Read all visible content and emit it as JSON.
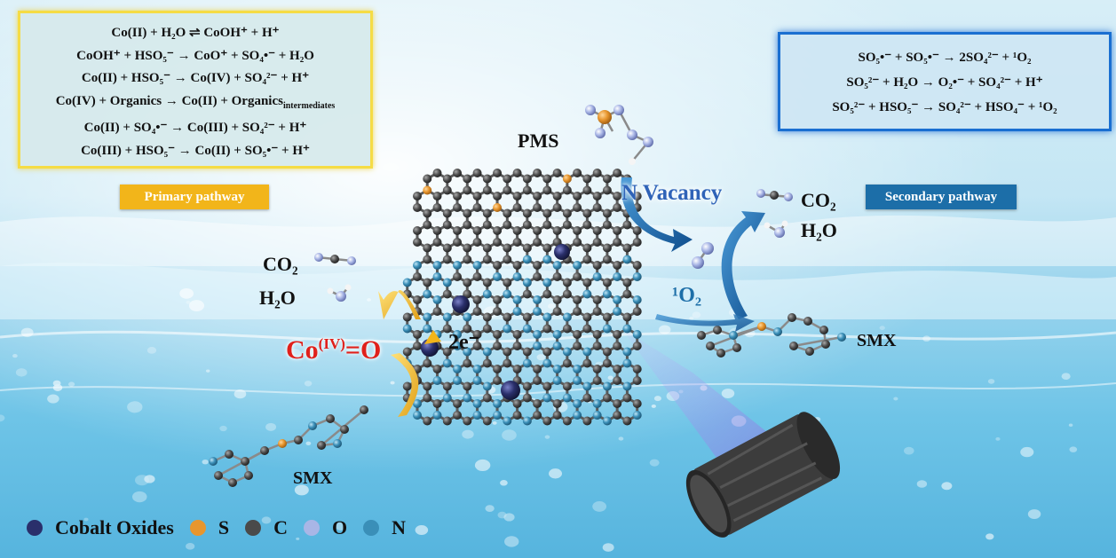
{
  "primary_equations": [
    "Co(II) + H₂O ⇌  CoOH⁺ + H⁺",
    "CoOH⁺ + HSO₅⁻ → CoO⁺ + SO₄•⁻ + H₂O",
    "Co(II) + HSO₅⁻ → Co(IV) + SO₄²⁻ + H⁺",
    "Co(IV) + Organics → Co(II) + Organics",
    "Co(II) + SO₄•⁻ → Co(III) + SO₄²⁻ + H⁺",
    "Co(III) + HSO₅⁻ → Co(II) + SO₅•⁻ + H⁺"
  ],
  "primary_subscript": "intermediates",
  "secondary_equations": [
    "SO₅•⁻ + SO₅•⁻ → 2SO₄²⁻ + ¹O₂",
    "SO₅²⁻ + H₂O → O₂•⁻ + SO₄²⁻ + H⁺",
    "SO₅²⁻ + HSO₅⁻ → SO₄²⁻ + HSO₄⁻ + ¹O₂"
  ],
  "primary_pathway_label": "Primary pathway",
  "secondary_pathway_label": "Secondary pathway",
  "pms_label": "PMS",
  "n_vacancy_label": "N Vacancy",
  "co2_label": "CO₂",
  "h2o_label": "H₂O",
  "singlet_oxygen_label": "¹O₂",
  "cobalt_oxo_label": "Co",
  "cobalt_oxo_superscript": "(IV)",
  "cobalt_oxo_suffix": "=O",
  "electron_label": "2e⁻",
  "smx_label": "SMX",
  "legend": {
    "cobalt_oxides": "Cobalt Oxides",
    "s": "S",
    "c": "C",
    "o": "O",
    "n": "N"
  },
  "colors": {
    "cobalt": "#2a2f6b",
    "sulfur": "#e8962e",
    "carbon": "#4a4a4a",
    "oxygen": "#a9b6e6",
    "nitrogen": "#3a8fb8",
    "primary": "#f2b51a",
    "secondary": "#1c6ea8",
    "cobalt_oxo_text": "#e0201b"
  }
}
